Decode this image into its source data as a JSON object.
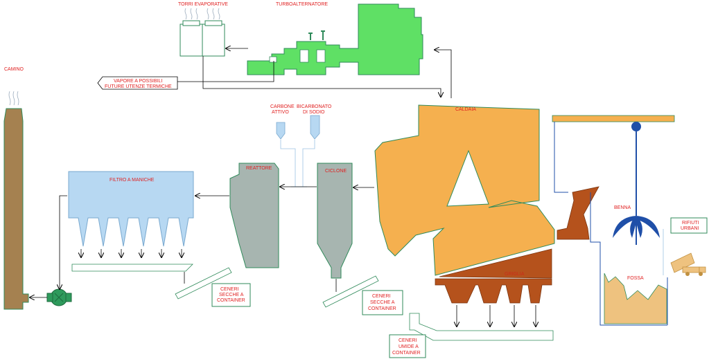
{
  "labels": {
    "torri": "TORRI EVAPORATIVE",
    "turbo": "TURBOALTERNATORE",
    "vapore_1": "VAPORE A POSSIBILI",
    "vapore_2": "FUTURE UTENZE TERMICHE",
    "camino": "CAMINO",
    "carbone_1": "CARBONE",
    "carbone_2": "ATTIVO",
    "bicarb_1": "BICARBONATO",
    "bicarb_2": "DI SODIO",
    "caldaia": "CALDAIA",
    "reattore": "REATTORE",
    "ciclone": "CICLONE",
    "filtro": "FILTRO A MANICHE",
    "benna": "BENNA",
    "rifiuti_1": "RIFIUTI",
    "rifiuti_2": "URBANI",
    "fossa": "FOSSA",
    "griglia": "GRIGLIA",
    "ceneri1_1": "CENERI",
    "ceneri1_2": "SECCHE A",
    "ceneri1_3": "CONTAINER",
    "ceneri2_1": "CENERI",
    "ceneri2_2": "SECCHE A",
    "ceneri2_3": "CONTAINER",
    "ceneri3_1": "CENERI",
    "ceneri3_2": "UMIDE A",
    "ceneri3_3": "CONTAINER"
  },
  "colors": {
    "boiler": "#f5b04f",
    "grate": "#b5521c",
    "reactor": "#a7b5b0",
    "filter": "#b7d8f2",
    "chimney": "#a58150",
    "turbine": "#5fe065",
    "fossa": "#eec27f",
    "benna": "#1f4fa8",
    "outline": "#2f8a5a",
    "label": "#e02020"
  }
}
